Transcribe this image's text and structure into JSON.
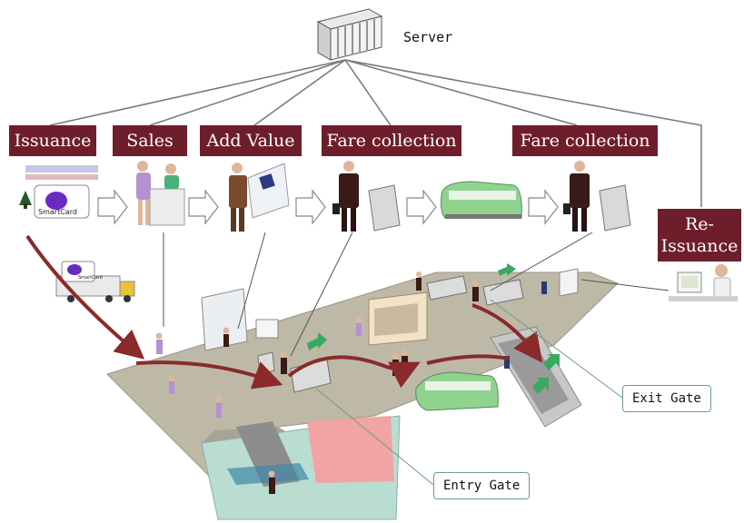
{
  "server": {
    "label": "Server"
  },
  "stages": [
    {
      "id": "issuance",
      "label": "Issuance"
    },
    {
      "id": "sales",
      "label": "Sales"
    },
    {
      "id": "add-value",
      "label": "Add Value"
    },
    {
      "id": "fare-collection-entry",
      "label": "Fare collection"
    },
    {
      "id": "fare-collection-exit",
      "label": "Fare collection"
    },
    {
      "id": "re-issuance",
      "label": "Re-\nIssuance"
    }
  ],
  "card": {
    "label": "SmartCard",
    "truck_label": "SmartCard"
  },
  "callouts": {
    "exit_gate": "Exit Gate",
    "entry_gate": "Entry Gate"
  },
  "colors": {
    "label_bg": "#6e1e2a",
    "flow_arrow": "#8a2a2a",
    "green_arrow": "#3aa860",
    "floor": "#bdb9a6",
    "card_disc": "#6a2ac2",
    "train": "#8fd38f",
    "entry_zone": "#f2a3a3"
  }
}
